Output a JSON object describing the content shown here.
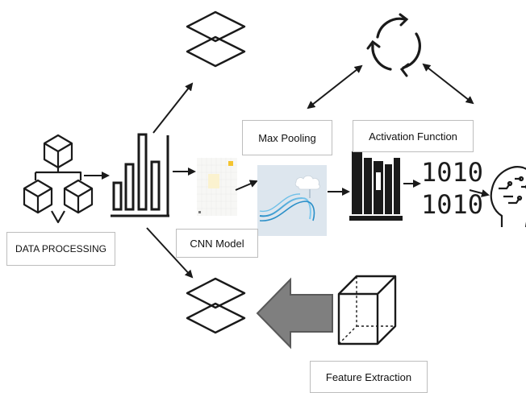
{
  "labels": {
    "data_processing": "DATA PROCESSING",
    "cnn_model": "CNN Model",
    "max_pooling": "Max Pooling",
    "activation_function": "Activation Function",
    "feature_extraction": "Feature Extraction"
  },
  "binary": {
    "line1": "1010",
    "line2": "1010"
  },
  "icons": [
    "cubes-network-icon",
    "bar-chart-icon",
    "layers-icon",
    "heatmap-icon",
    "cloud-cables-image",
    "cycle-arrows-icon",
    "books-icon",
    "binary-icon",
    "ai-head-icon",
    "cube-icon",
    "big-left-arrow"
  ],
  "colors": {
    "stroke": "#1a1a1a",
    "arrow_gray": "#7f7f7f",
    "cloud_bg": "#dde6ee",
    "accent_yellow": "#f4c430"
  }
}
